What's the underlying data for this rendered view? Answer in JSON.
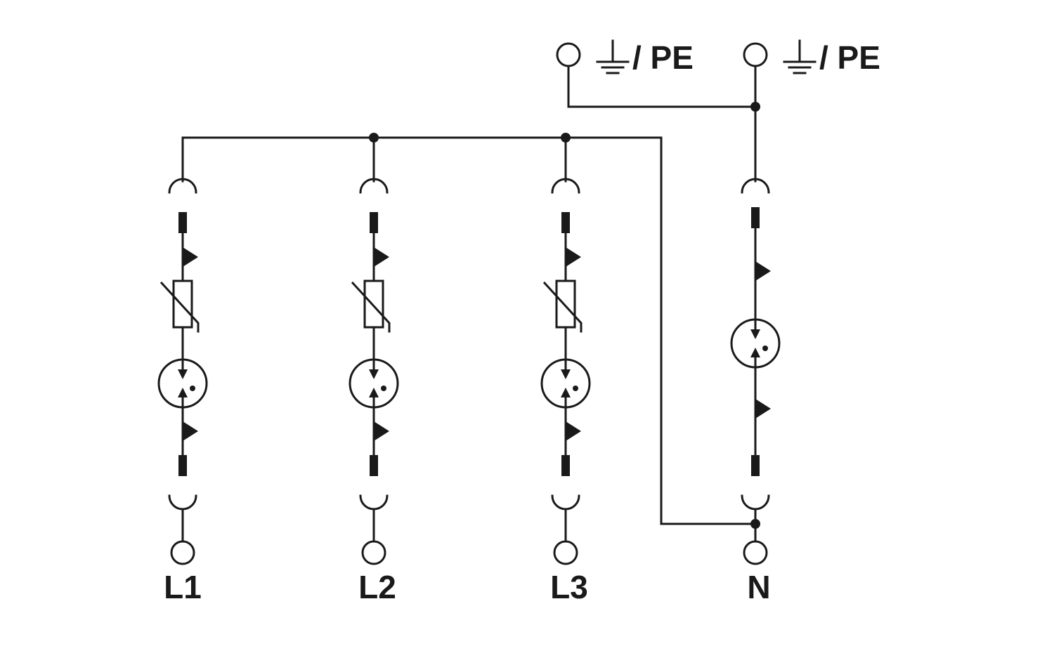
{
  "terminals": {
    "pe_left": "/ PE",
    "pe_right": "/ PE",
    "l1": "L1",
    "l2": "L2",
    "l3": "L3",
    "n": "N"
  },
  "icons": [
    "terminal-circle-icon",
    "ground-icon",
    "varistor-icon",
    "spark-gap-icon",
    "arrow-icon",
    "plug-contact-icon"
  ]
}
